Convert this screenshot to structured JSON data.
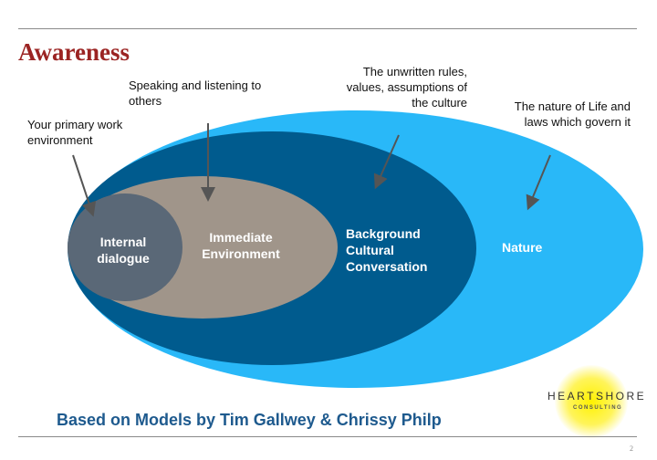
{
  "title": "Awareness",
  "captions": {
    "work": "Your primary work environment",
    "speaking": "Speaking and listening to others",
    "rules": "The unwritten rules, values, assumptions of the culture",
    "nature": "The nature of Life and laws which govern it"
  },
  "circles": {
    "nature": "Nature",
    "background": "Background Cultural Conversation",
    "immediate": "Immediate Environment",
    "internal": "Internal dialogue"
  },
  "colors": {
    "nature": "#29b8f8",
    "background": "#005b8e",
    "immediate": "#a0958a",
    "internal": "#5a6877",
    "title": "#9b2423"
  },
  "footer": "Based on Models by Tim Gallwey & Chrissy Philp",
  "logo": {
    "name": "HEARTSHORE",
    "sub": "CONSULTING"
  },
  "page_number": "2"
}
